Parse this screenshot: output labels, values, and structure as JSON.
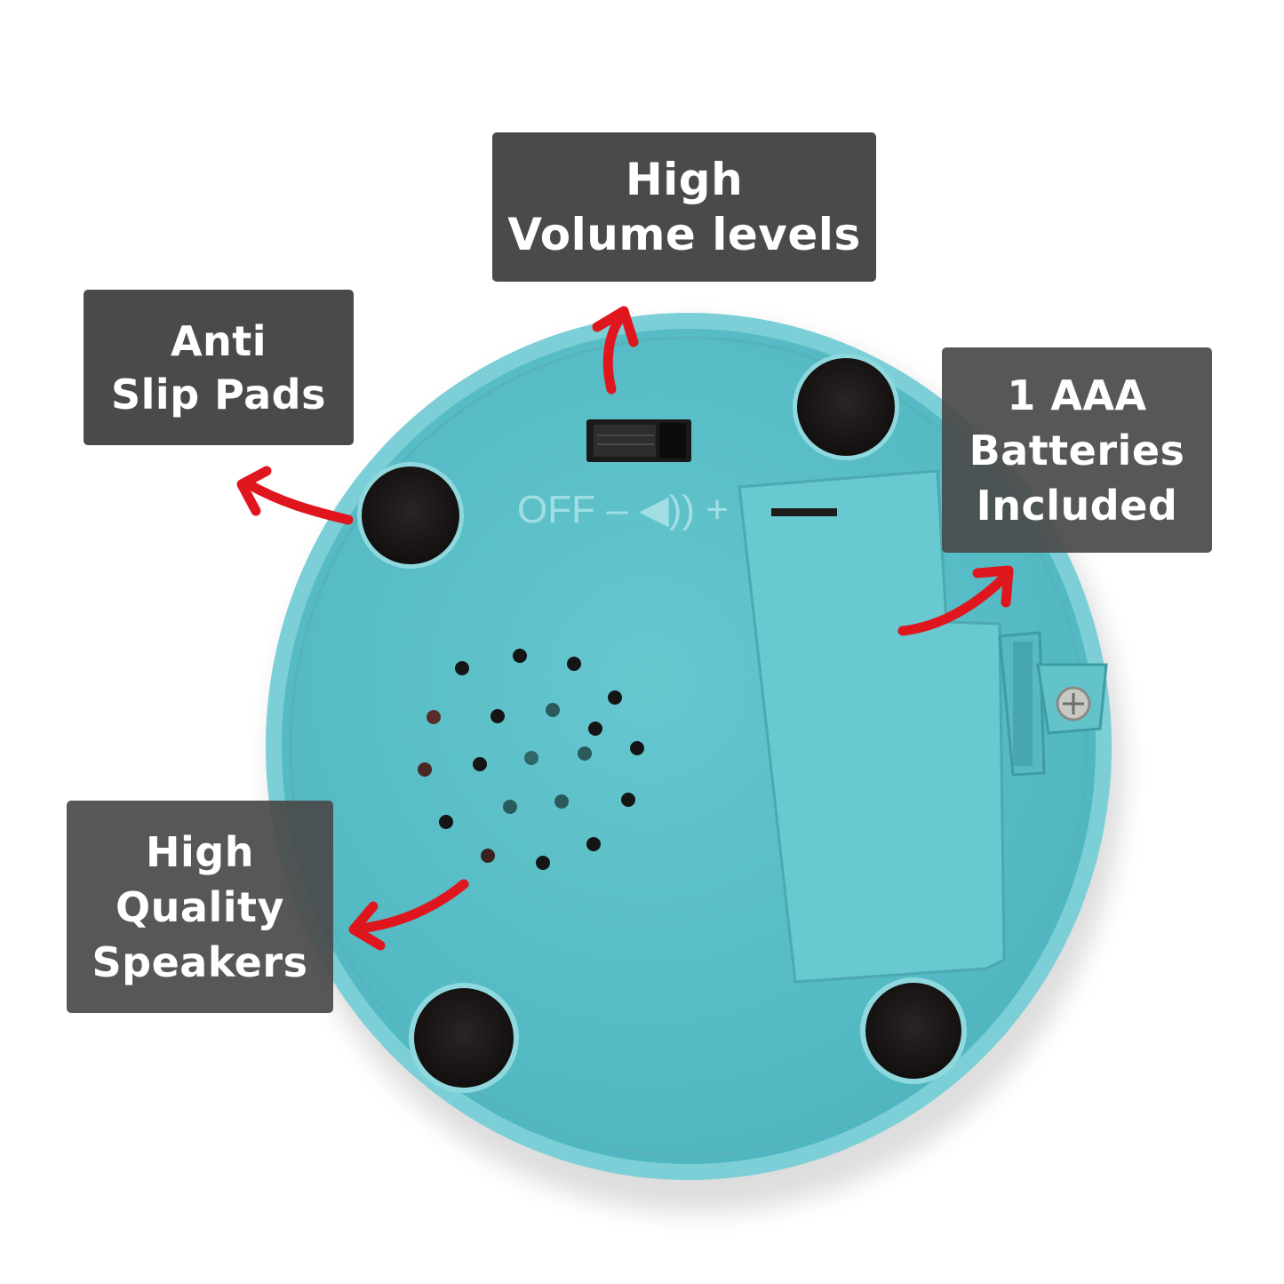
{
  "colors": {
    "device_body": "#5fc2cb",
    "device_rim": "#7fd3da",
    "pad": "#1c1717",
    "callout_bg": "#4a4a4a",
    "callout_text": "#ffffff",
    "arrow": "#e0161e"
  },
  "switch": {
    "label": "OFF – ◀)) +"
  },
  "callouts": {
    "volume": {
      "line1": "High",
      "line2": "Volume levels"
    },
    "pads": {
      "line1": "Anti",
      "line2": "Slip Pads"
    },
    "battery": {
      "line1": "1 AAA",
      "line2": "Batteries",
      "line3": "Included"
    },
    "speakers": {
      "line1": "High",
      "line2": "Quality",
      "line3": "Speakers"
    }
  }
}
